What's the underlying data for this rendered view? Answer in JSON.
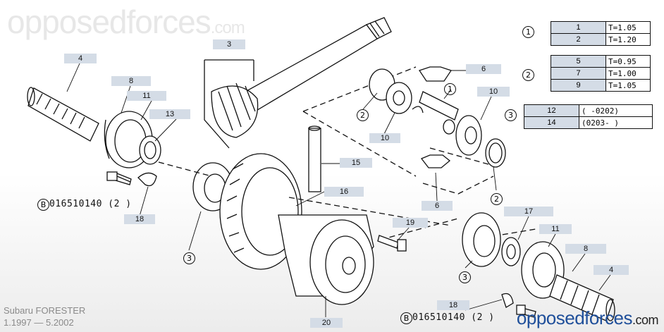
{
  "watermark": {
    "main": "opposedforces",
    "tld": ".com"
  },
  "brand": {
    "main": "opposedforces",
    "tld": ".com"
  },
  "model": {
    "name": "Subaru FORESTER",
    "years": "1.1997 — 5.2002"
  },
  "callouts": [
    "4",
    "8",
    "11",
    "13",
    "3",
    "6",
    "1",
    "10",
    "10",
    "2",
    "15",
    "16",
    "6",
    "2",
    "17",
    "11",
    "8",
    "4",
    "19",
    "18",
    "3",
    "20",
    "18",
    "3"
  ],
  "bolt_notes": [
    "016510140 (2 )",
    "016510140 (2 )"
  ],
  "note_letter": "B",
  "table1": {
    "marker": "1",
    "rows": [
      {
        "num": "1",
        "val": "T=1.05"
      },
      {
        "num": "2",
        "val": "T=1.20"
      }
    ]
  },
  "table2": {
    "marker": "2",
    "rows": [
      {
        "num": "5",
        "val": "T=0.95"
      },
      {
        "num": "7",
        "val": "T=1.00"
      },
      {
        "num": "9",
        "val": "T=1.05"
      }
    ]
  },
  "table3": {
    "marker": "3",
    "rows": [
      {
        "num": "12",
        "val": "(      -0202)"
      },
      {
        "num": "14",
        "val": "(0203-     )"
      }
    ]
  }
}
